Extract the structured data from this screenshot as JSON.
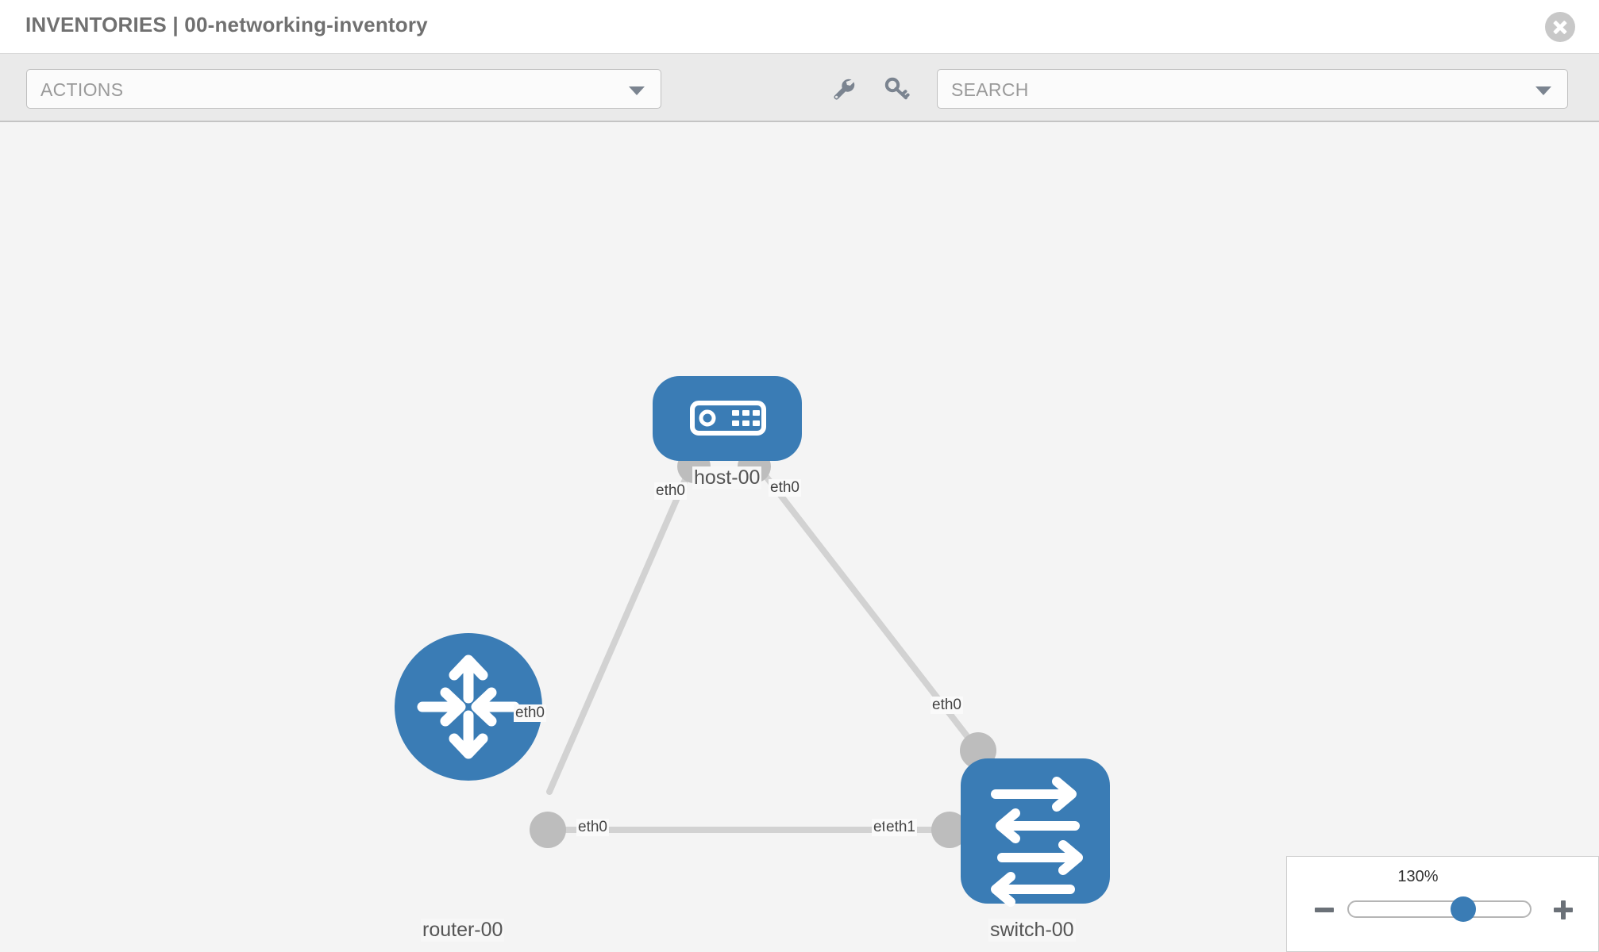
{
  "header": {
    "title": "INVENTORIES | 00-networking-inventory",
    "close_icon": "close-circle-icon"
  },
  "toolbar": {
    "actions": {
      "label": "ACTIONS",
      "caret_icon": "chevron-down-icon"
    },
    "wrench_icon": "wrench-icon",
    "key_icon": "key-icon",
    "search": {
      "label": "SEARCH",
      "placeholder": "SEARCH",
      "caret_icon": "chevron-down-icon"
    }
  },
  "topology": {
    "accent_color": "#3a7cb5",
    "link_color": "#d2d2d2",
    "port_color": "#bdbdbd",
    "nodes": [
      {
        "id": "host-00",
        "label": "host-00",
        "type": "host",
        "icon": "server-icon"
      },
      {
        "id": "router-00",
        "label": "router-00",
        "type": "router",
        "icon": "router-arrows-icon"
      },
      {
        "id": "switch-00",
        "label": "switch-00",
        "type": "switch",
        "icon": "switch-arrows-icon"
      }
    ],
    "interface_labels": {
      "host_left": "eth0",
      "host_right": "eth0",
      "router_up": "eth0",
      "router_right": "eth0",
      "switch_up": "eth0",
      "switch_left_under": "eth0",
      "switch_left": "eth1"
    },
    "links": [
      {
        "from": "host-00",
        "from_iface": "eth0",
        "to": "router-00",
        "to_iface": "eth0"
      },
      {
        "from": "host-00",
        "from_iface": "eth0",
        "to": "switch-00",
        "to_iface": "eth0"
      },
      {
        "from": "router-00",
        "from_iface": "eth0",
        "to": "switch-00",
        "to_iface": "eth1"
      }
    ]
  },
  "zoom_control": {
    "value": "130%",
    "minus_icon": "minus-icon",
    "plus_icon": "plus-icon",
    "slider_position_pct": 63
  }
}
